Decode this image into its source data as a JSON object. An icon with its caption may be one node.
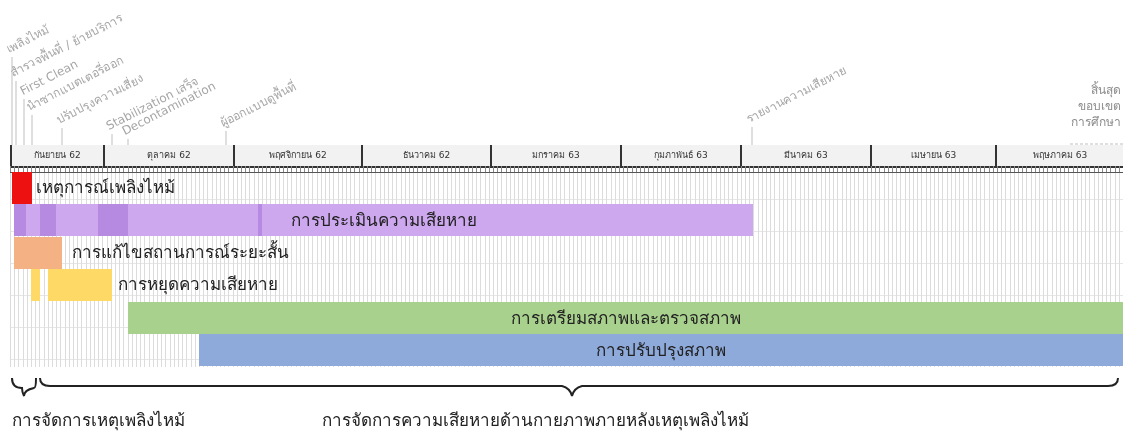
{
  "diagram": {
    "nodes": [
      {
        "text": [
          "เพลิงไหม้"
        ]
      },
      {
        "text": [
          "สำรวจพื้นที่ / ย้ายบริการ"
        ]
      },
      {
        "text": [
          "First Clean"
        ]
      },
      {
        "text": [
          "นำซากแบตเตอรี่ออก"
        ]
      },
      {
        "text": [
          "ปรับปรุงความเสี่ยง"
        ]
      },
      {
        "text": [
          "Stabilization เสร็จ"
        ]
      },
      {
        "text": [
          "Decontamination"
        ]
      },
      {
        "text": [
          "ผู้ออกแบบดูพื้นที่"
        ]
      },
      {
        "text": [
          "รายงานความเสียหาย"
        ]
      },
      {
        "text": [
          "กันยายน 62"
        ]
      },
      {
        "text": [
          "ตุลาคม 62"
        ]
      },
      {
        "text": [
          "พฤศจิกายน 62"
        ]
      },
      {
        "text": [
          "ธันวาคม 62"
        ]
      },
      {
        "text": [
          "มกราคม 63"
        ]
      },
      {
        "text": [
          "กุมภาพันธ์ 63"
        ]
      },
      {
        "text": [
          "มีนาคม 63"
        ]
      },
      {
        "text": [
          "เมษายน 63"
        ]
      },
      {
        "text": [
          "พฤษภาคม 63"
        ]
      },
      {
        "text": [
          "เหตุการณ์เพลิงไหม้"
        ]
      },
      {
        "text": [
          "การประเมินความเสียหาย"
        ]
      },
      {
        "text": [
          "การแก้ไขสถานการณ์ระยะสั้น"
        ]
      },
      {
        "text": [
          "การหยุดความเสียหาย"
        ]
      },
      {
        "text": [
          "การเตรียมสภาพและตรวจสภาพ"
        ]
      },
      {
        "text": [
          "การปรับปรุงสภาพ"
        ]
      }
    ],
    "edges": [
      {
        "from": 0,
        "to": 9,
        "arrow": "none"
      },
      {
        "from": 1,
        "to": 9,
        "arrow": "none"
      },
      {
        "from": 2,
        "to": 9,
        "arrow": "none"
      },
      {
        "from": 3,
        "to": 9,
        "arrow": "none"
      },
      {
        "from": 4,
        "to": 9,
        "arrow": "none"
      },
      {
        "from": 5,
        "to": 10,
        "arrow": "none"
      },
      {
        "from": 6,
        "to": 10,
        "arrow": "none"
      },
      {
        "from": 7,
        "to": 10,
        "arrow": "none"
      },
      {
        "from": 8,
        "to": 15,
        "arrow": "none"
      }
    ],
    "labels": [
      "สิ้นสุดขอบเขตการศึกษา",
      "การจัดการเหตุเพลิงไหม้",
      "การจัดการความเสียหายด้านกายภาพภายหลังเหตุเพลิงไหม้"
    ]
  }
}
